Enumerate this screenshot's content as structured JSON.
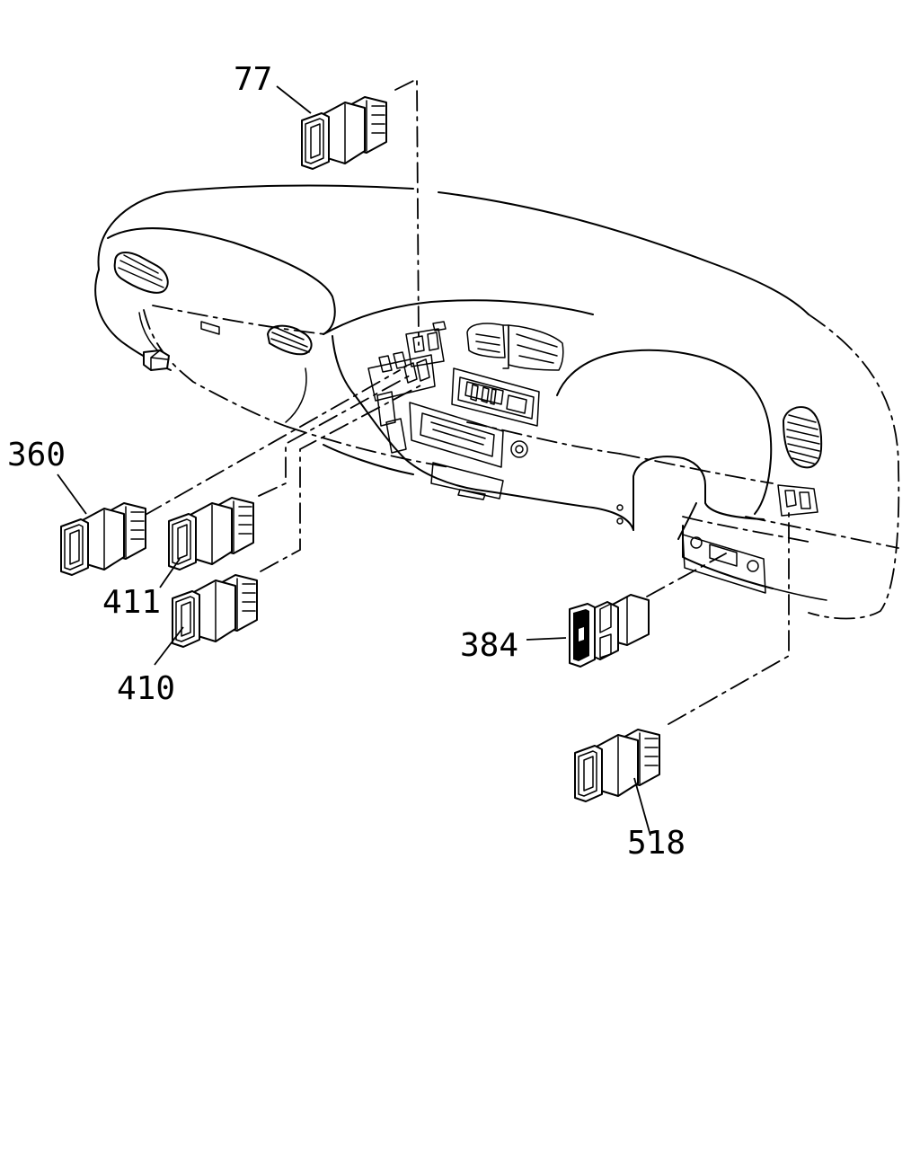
{
  "callouts": {
    "c77": "77",
    "c360": "360",
    "c411": "411",
    "c410": "410",
    "c384": "384",
    "c518": "518"
  }
}
